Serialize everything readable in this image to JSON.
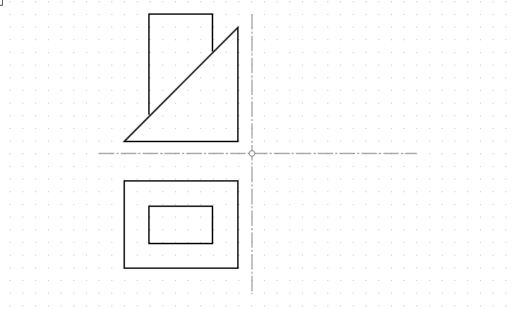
{
  "drawing": {
    "background_color": "#ffffff",
    "grid": {
      "visible": true,
      "style": "dots",
      "color": "#8a8a8a"
    },
    "stroke_color": "#000000",
    "axis_color": "#555555",
    "origin_marker": "circle",
    "shapes": [
      {
        "id": "upper-rectangle",
        "kind": "rectangle"
      },
      {
        "id": "right-triangle",
        "kind": "triangle"
      },
      {
        "id": "outer-rectangle",
        "kind": "rectangle"
      },
      {
        "id": "inner-rectangle",
        "kind": "rectangle"
      }
    ]
  }
}
